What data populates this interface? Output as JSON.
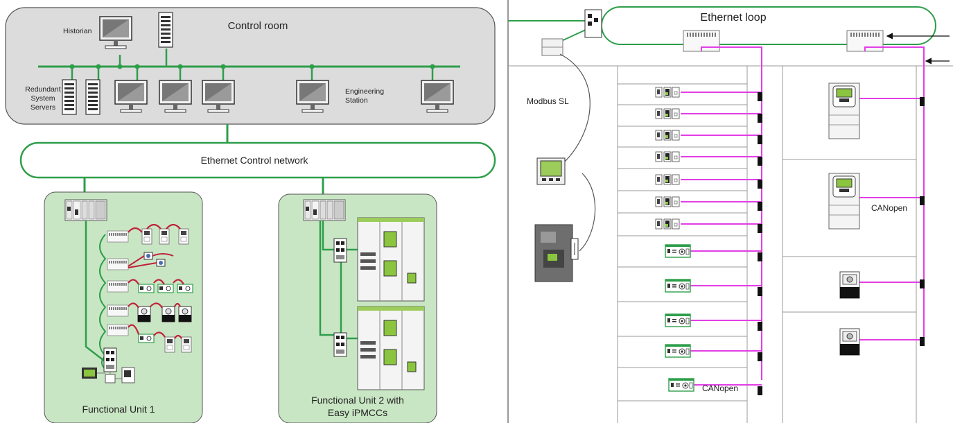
{
  "left": {
    "control_room": {
      "title": "Control room",
      "historian": "Historian",
      "redundant": [
        "Redundant",
        "System",
        "Servers"
      ],
      "engineering": [
        "Engineering",
        "Station"
      ]
    },
    "network": "Ethernet Control network",
    "fu1": "Functional Unit 1",
    "fu2": [
      "Functional Unit 2 with",
      "Easy iPMCCs"
    ]
  },
  "right": {
    "loop": "Ethernet loop",
    "modbus": "Modbus SL",
    "canopen_1": "CANopen",
    "canopen_2": "CANopen"
  },
  "colors": {
    "ethernet": "#2e9e4a",
    "canopen": "#e23ee6",
    "control_room_bg": "#dcdcdc",
    "fu_bg": "#c9e6c4",
    "modbus_line": "#555555"
  }
}
